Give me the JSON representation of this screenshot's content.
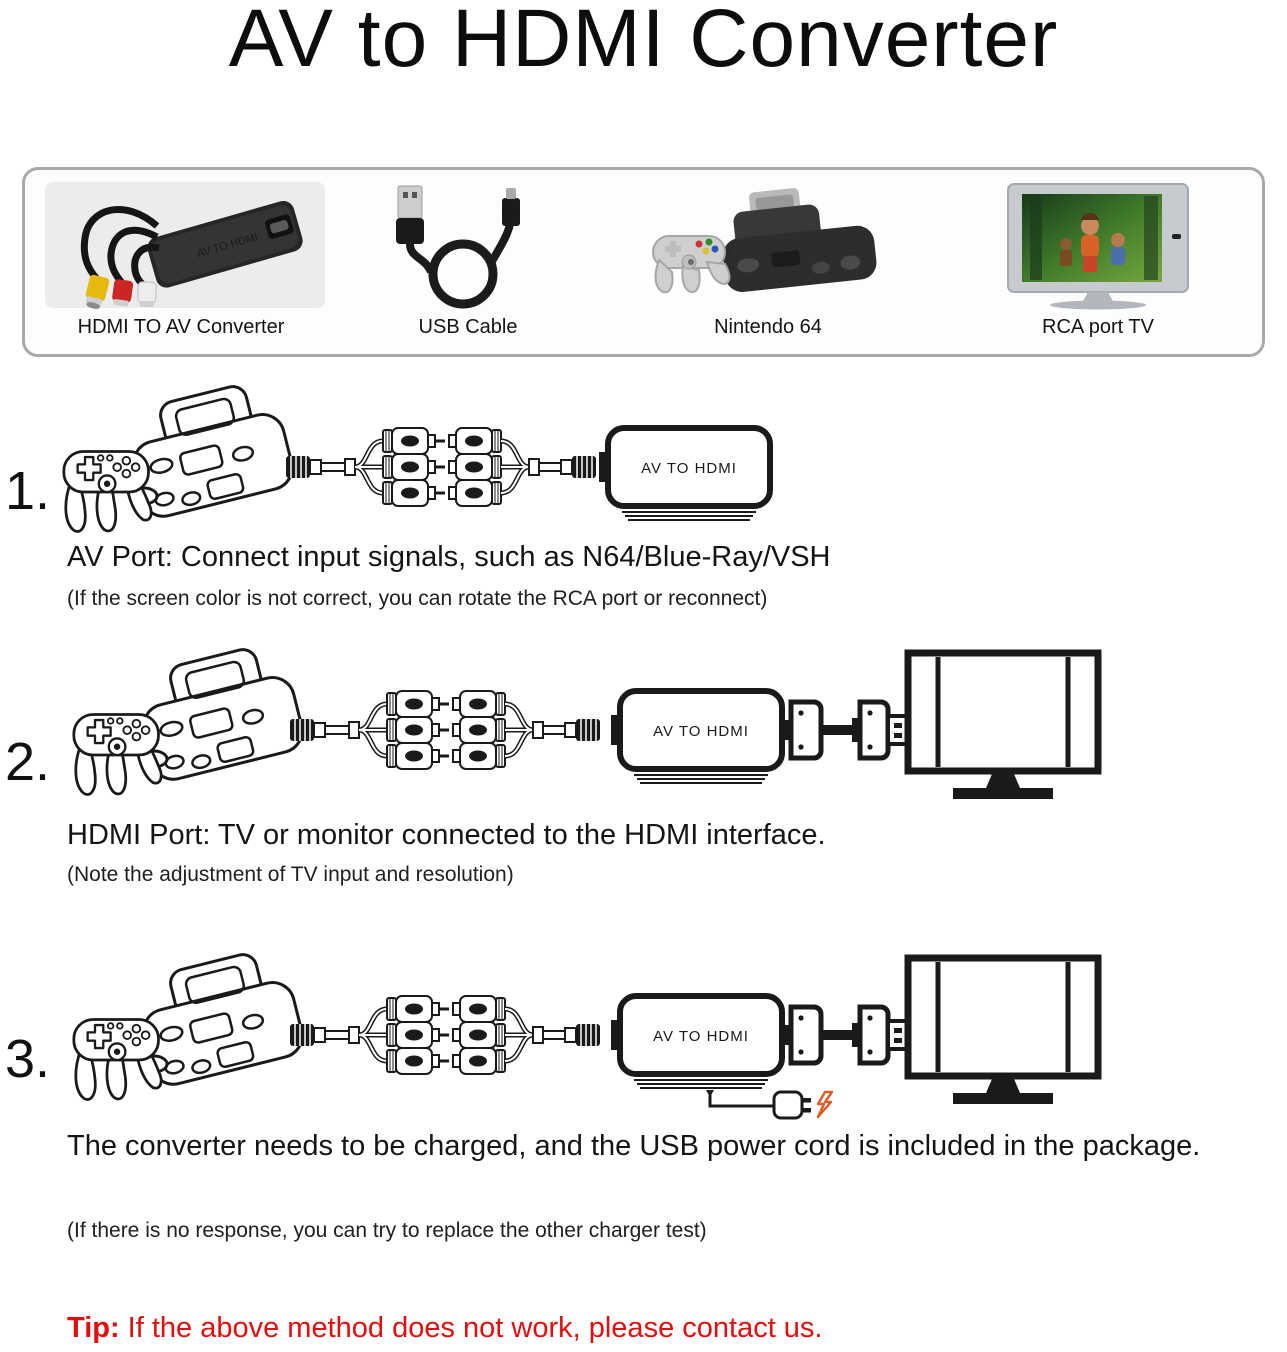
{
  "title": "AV to HDMI Converter",
  "product_box": {
    "items": [
      {
        "label": "HDMI TO AV Converter",
        "print": "AV TO HDMI"
      },
      {
        "label": "USB Cable"
      },
      {
        "label": "Nintendo 64"
      },
      {
        "label": "RCA port TV"
      }
    ]
  },
  "steps": [
    {
      "number": "1.",
      "device_label": "AV TO HDMI",
      "heading": "AV Port: Connect input signals, such as N64/Blue-Ray/VSH",
      "note": "(If the screen color is not correct, you can rotate the RCA port or reconnect)"
    },
    {
      "number": "2.",
      "device_label": "AV TO HDMI",
      "heading": "HDMI Port: TV or monitor connected to the HDMI interface.",
      "note": "(Note the adjustment of TV input and resolution)"
    },
    {
      "number": "3.",
      "device_label": "AV TO HDMI",
      "heading": "The converter needs to be charged, and the USB power cord is included in the package.",
      "note": "(If there is no response, you can try to replace the other charger test)"
    }
  ],
  "tip": {
    "label": "Tip:",
    "text": " If the above method does not work, please contact us."
  },
  "colors": {
    "text": "#141414",
    "line_art": "#1a1a1a",
    "tip_red": "#e30d0d",
    "box_border": "#a9a9a9",
    "lightning_orange": "#e05a28",
    "rca_yellow": "#e7b90f",
    "rca_red": "#cc2525",
    "rca_white": "#ededed"
  }
}
